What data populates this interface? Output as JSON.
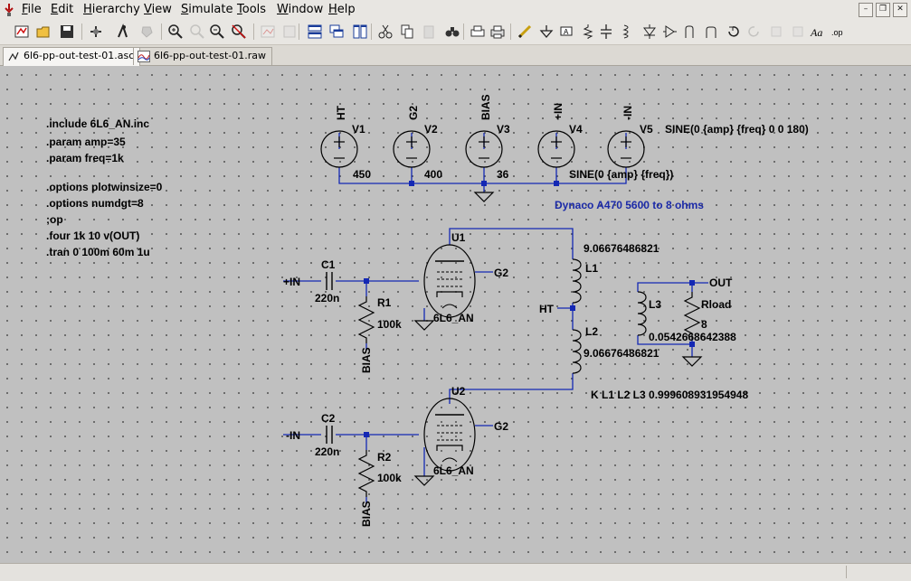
{
  "menubar": {
    "items": [
      {
        "label": "File",
        "key": "F",
        "rest": "ile"
      },
      {
        "label": "Edit",
        "key": "E",
        "rest": "dit"
      },
      {
        "label": "Hierarchy",
        "key": "H",
        "rest": "ierarchy"
      },
      {
        "label": "View",
        "key": "V",
        "rest": "iew"
      },
      {
        "label": "Simulate",
        "key": "S",
        "rest": "imulate"
      },
      {
        "label": "Tools",
        "key": "T",
        "rest": "ools"
      },
      {
        "label": "Window",
        "key": "W",
        "rest": "indow"
      },
      {
        "label": "Help",
        "key": "H",
        "rest": "elp"
      }
    ]
  },
  "tabs": [
    {
      "label": "6l6-pp-out-test-01.asc",
      "icon": "schematic-icon"
    },
    {
      "label": "6l6-pp-out-test-01.raw",
      "icon": "waveform-icon"
    }
  ],
  "directives": [
    ".include 6L6_AN.inc",
    ".param amp=35",
    ".param freq=1k",
    ".options plotwinsize=0",
    ".options numdgt=8",
    ";op",
    ".four 1k 10 v(OUT)",
    ".tran 0 100m 60m 1u"
  ],
  "sources": [
    {
      "net": "HT",
      "name": "V1",
      "value": "450"
    },
    {
      "net": "G2",
      "name": "V2",
      "value": "400"
    },
    {
      "net": "BIAS",
      "name": "V3",
      "value": "36"
    },
    {
      "net": "+IN",
      "name": "V4",
      "value": "SINE(0 {amp} {freq})"
    },
    {
      "net": "-IN",
      "name": "V5",
      "value": "SINE(0 {amp} {freq} 0 0 180)"
    }
  ],
  "comment": "Dynaco A470 5600 to 8 ohms",
  "comment_color": "#1b2aa8",
  "wire_color": "#1428b4",
  "tubes": [
    {
      "name": "U1",
      "model": "6L6_AN",
      "screen": "G2",
      "input": "+IN",
      "cap": "C1",
      "cap_value": "220n",
      "res": "R1",
      "res_value": "100k",
      "bias": "BIAS"
    },
    {
      "name": "U2",
      "model": "6L6_AN",
      "screen": "G2",
      "input": "-IN",
      "cap": "C2",
      "cap_value": "220n",
      "res": "R2",
      "res_value": "100k",
      "bias": "BIAS"
    }
  ],
  "transformer": {
    "L1": {
      "name": "L1",
      "value": "9.06676486821"
    },
    "L2": {
      "name": "L2",
      "value": "9.06676486821"
    },
    "L3": {
      "name": "L3",
      "value": "0.0542668642388"
    },
    "center_tap": "HT",
    "coupling": "K L1 L2 L3 0.999608931954948"
  },
  "load": {
    "name": "Rload",
    "value": "8",
    "net": "OUT"
  },
  "toolbar_icons": [
    "run-icon",
    "open-icon",
    "save-icon",
    "control-panel-icon",
    "run-sim-icon",
    "halt-icon",
    "zoom-in-icon",
    "pan-icon",
    "zoom-out-icon",
    "zoom-cancel-icon",
    "autorange-icon",
    "ascii-icon",
    "tile-horizontal-icon",
    "cascade-icon",
    "tile-vertical-icon",
    "cut-icon",
    "copy-icon",
    "paste-icon",
    "find-icon",
    "print-setup-icon",
    "print-icon",
    "wire-icon",
    "ground-icon",
    "label-net-icon",
    "resistor-icon",
    "capacitor-icon",
    "inductor-icon",
    "diode-icon",
    "component-icon",
    "move-icon",
    "drag-icon",
    "undo-icon",
    "redo-icon",
    "rotate-icon",
    "mirror-icon",
    "text-icon",
    "spice-directive-icon"
  ]
}
